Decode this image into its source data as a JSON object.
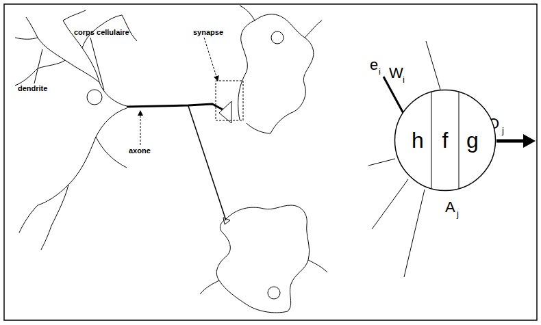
{
  "diagram": {
    "nodes": [
      {
        "text": [
          "h",
          "f",
          "g"
        ]
      }
    ],
    "labels": [
      "corps cellulaire",
      "synapse",
      "dendrite",
      "axone",
      "e",
      "i",
      "W",
      "i",
      "O",
      "j",
      "A",
      "j"
    ]
  }
}
